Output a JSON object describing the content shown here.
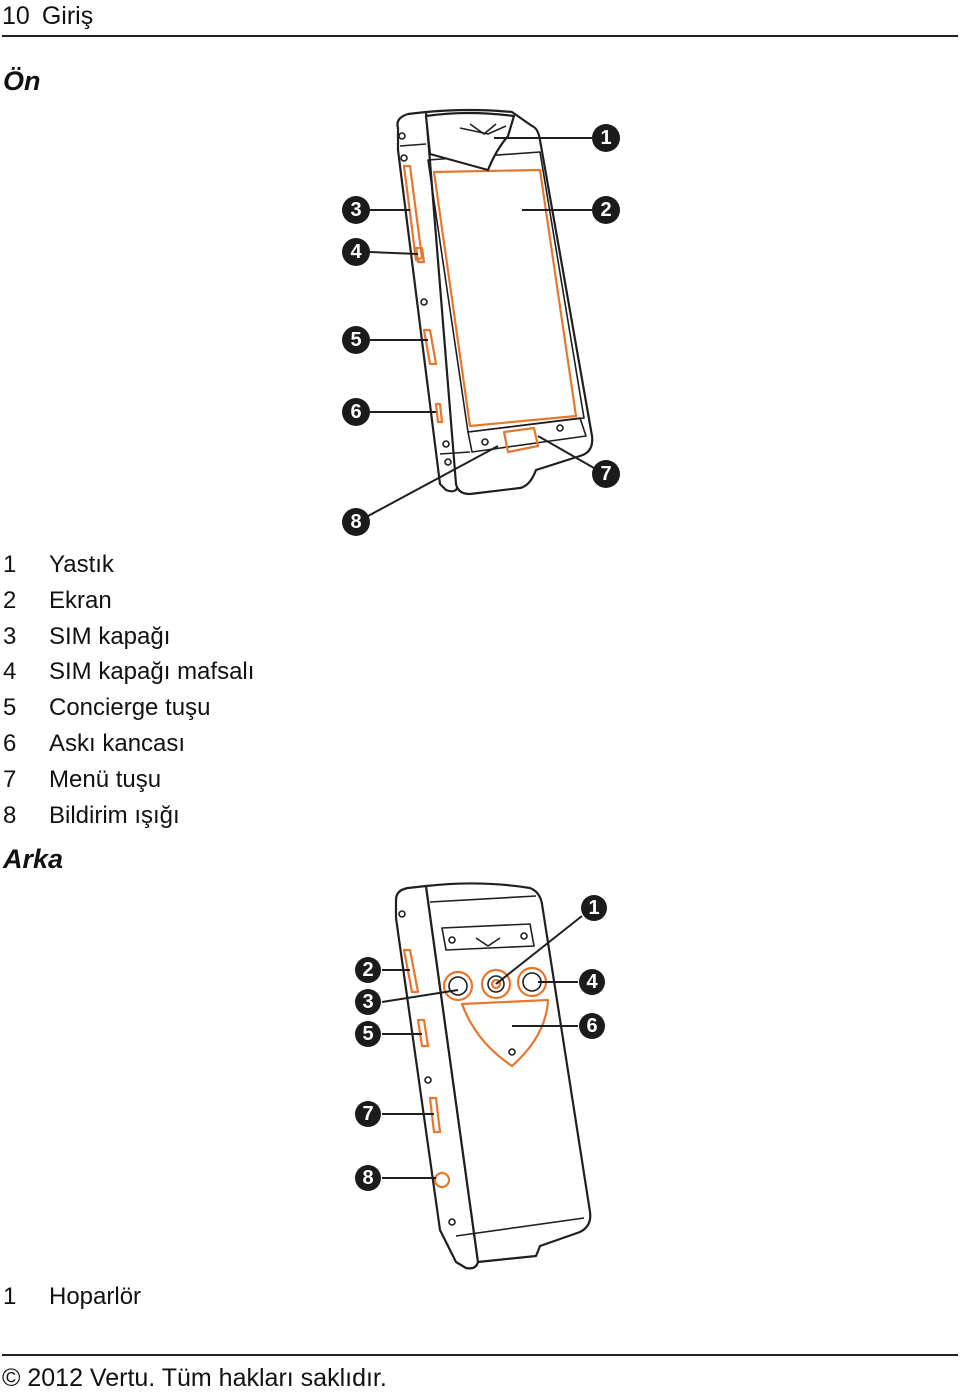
{
  "header": {
    "page_number": "10",
    "chapter": "Giriş"
  },
  "front": {
    "title": "Ön",
    "callouts": [
      "1",
      "2",
      "3",
      "4",
      "5",
      "6",
      "7",
      "8"
    ],
    "legend": [
      {
        "num": "1",
        "label": "Yastık"
      },
      {
        "num": "2",
        "label": "Ekran"
      },
      {
        "num": "3",
        "label": "SIM kapağı"
      },
      {
        "num": "4",
        "label": "SIM kapağı mafsalı"
      },
      {
        "num": "5",
        "label": "Concierge tuşu"
      },
      {
        "num": "6",
        "label": "Askı kancası"
      },
      {
        "num": "7",
        "label": "Menü tuşu"
      },
      {
        "num": "8",
        "label": "Bildirim ışığı"
      }
    ]
  },
  "back": {
    "title": "Arka",
    "callouts": [
      "1",
      "2",
      "3",
      "4",
      "5",
      "6",
      "7",
      "8"
    ],
    "legend": [
      {
        "num": "1",
        "label": "Hoparlör"
      }
    ]
  },
  "footer": {
    "copyright": "© 2012 Vertu. Tüm hakları saklıdır."
  },
  "colors": {
    "accent": "#e8772e",
    "ink": "#1f1f1f",
    "rule": "#222222"
  }
}
